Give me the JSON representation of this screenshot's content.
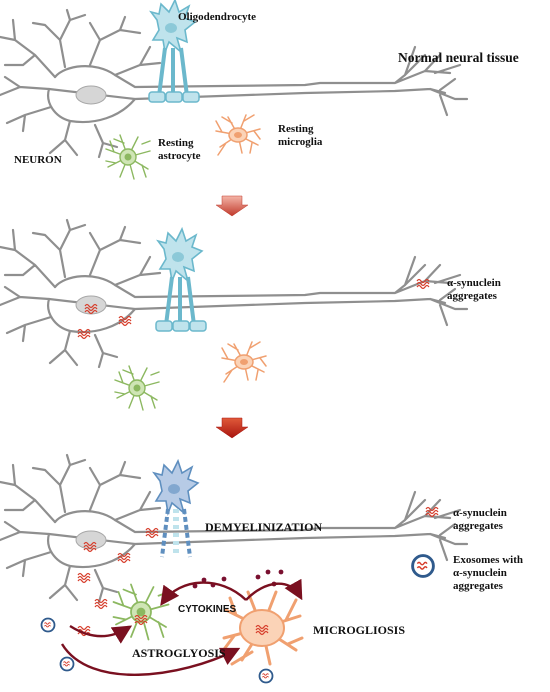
{
  "panel1": {
    "title": "Normal neural tissue",
    "oligodendrocyte": "Oligodendrocyte",
    "neuron": "NEURON",
    "astrocyte_line1": "Resting",
    "astrocyte_line2": "astrocyte",
    "microglia_line1": "Resting",
    "microglia_line2": "microglia"
  },
  "panel2": {
    "legend_line1": "α-synuclein",
    "legend_line2": "aggregates"
  },
  "panel3": {
    "demyelinization": "DEMYELINIZATION",
    "cytokines": "CYTOKINES",
    "astrogliosis": "ASTROGLYOSIS",
    "microgliosis": "MICROGLIOSIS",
    "legend_aggregates_line1": "α-synuclein",
    "legend_aggregates_line2": "aggregates",
    "legend_exosomes_line1": "Exosomes with",
    "legend_exosomes_line2": "α-synuclein",
    "legend_exosomes_line3": "aggregates"
  },
  "colors": {
    "neuron_outline": "#8f8f8f",
    "nucleus": "#d6d6d6",
    "oligodendrocyte": "#6bb8cc",
    "oligodendrocyte_damaged": "#5f8fbf",
    "astrocyte": "#8cb860",
    "microglia": "#f0a070",
    "aggregate": "#d63c2a",
    "exosome_ring": "#2f5a8c",
    "arrow": "#c0392b",
    "arrow_dark": "#7a1020",
    "cytokine": "#7a1030"
  }
}
